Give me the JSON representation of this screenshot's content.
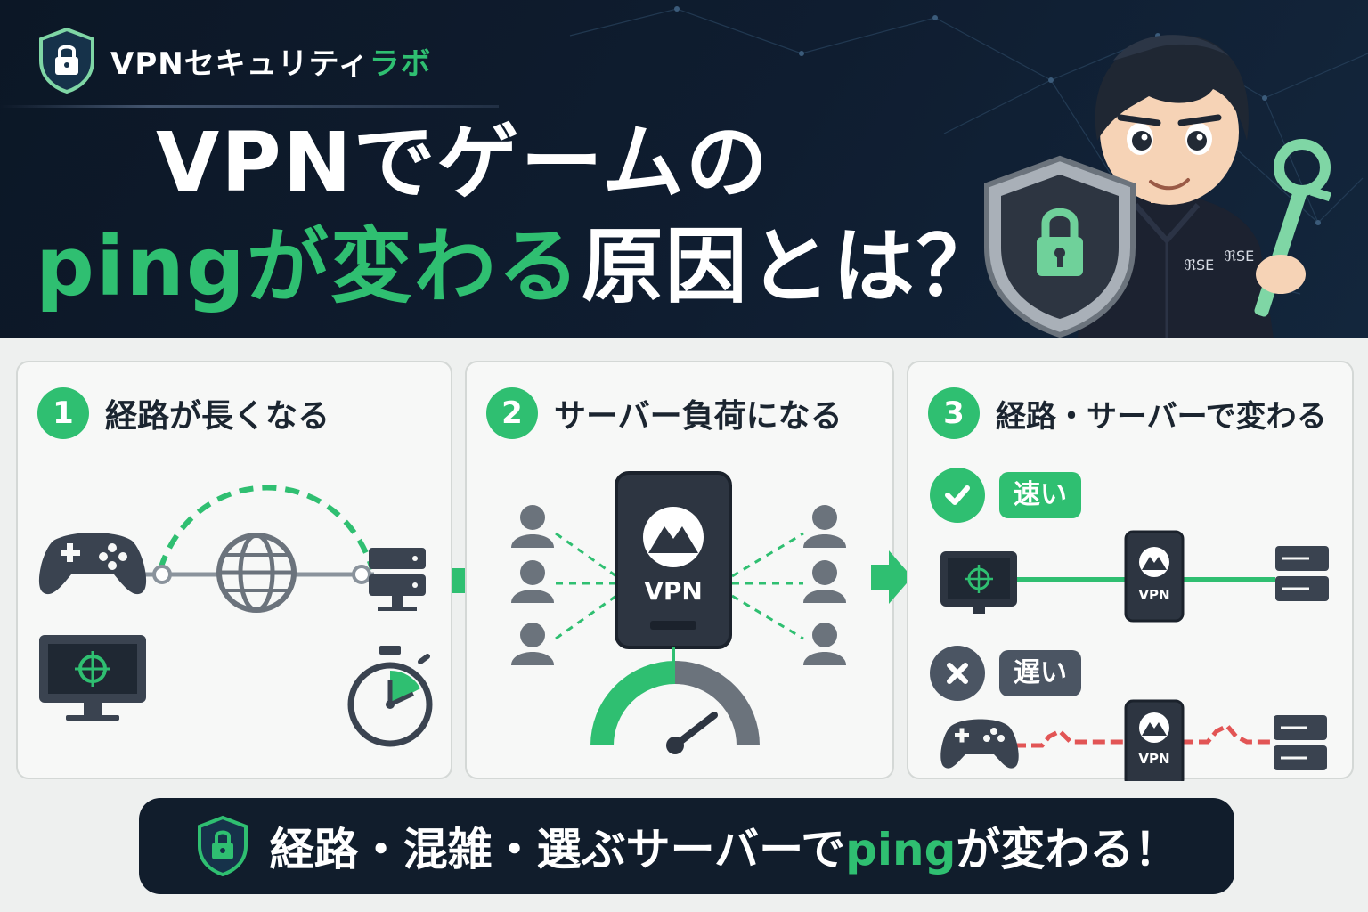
{
  "brand": {
    "name_main": "VPNセキュリティ",
    "name_accent": "ラボ",
    "logo_icon": "shield-lock-icon"
  },
  "headline": {
    "line1": "VPNでゲームの",
    "line2_accent": "pingが変わる",
    "line2_rest": "原因とは？"
  },
  "mascot": {
    "shirt_text_left": "ℜSE",
    "shirt_text_right": "ℜSE",
    "icons": [
      "shield-lock-icon",
      "key-icon"
    ]
  },
  "panels": [
    {
      "number": "1",
      "title": "経路が長くなる",
      "icons": [
        "gamepad-icon",
        "globe-icon",
        "server-icon",
        "monitor-crosshair-icon",
        "stopwatch-icon"
      ]
    },
    {
      "number": "2",
      "title": "サーバー負荷になる",
      "server_label": "VPN",
      "icons": [
        "user-icon",
        "vpn-server-icon",
        "speedometer-icon"
      ]
    },
    {
      "number": "3",
      "title": "経路・サーバーで変わる",
      "fast_label": "速い",
      "slow_label": "遅い",
      "server_label": "VPN",
      "icons": [
        "check-icon",
        "cross-icon",
        "monitor-crosshair-icon",
        "gamepad-icon",
        "server-icon"
      ]
    }
  ],
  "footer": {
    "text_before": "経路・混雑・選ぶサーバーで",
    "text_accent": "ping",
    "text_after": "が変わる！"
  },
  "colors": {
    "accent_green": "#2fbf71",
    "navy": "#0f1d30",
    "icon_dark": "#374151",
    "slow_red": "#e25555"
  }
}
